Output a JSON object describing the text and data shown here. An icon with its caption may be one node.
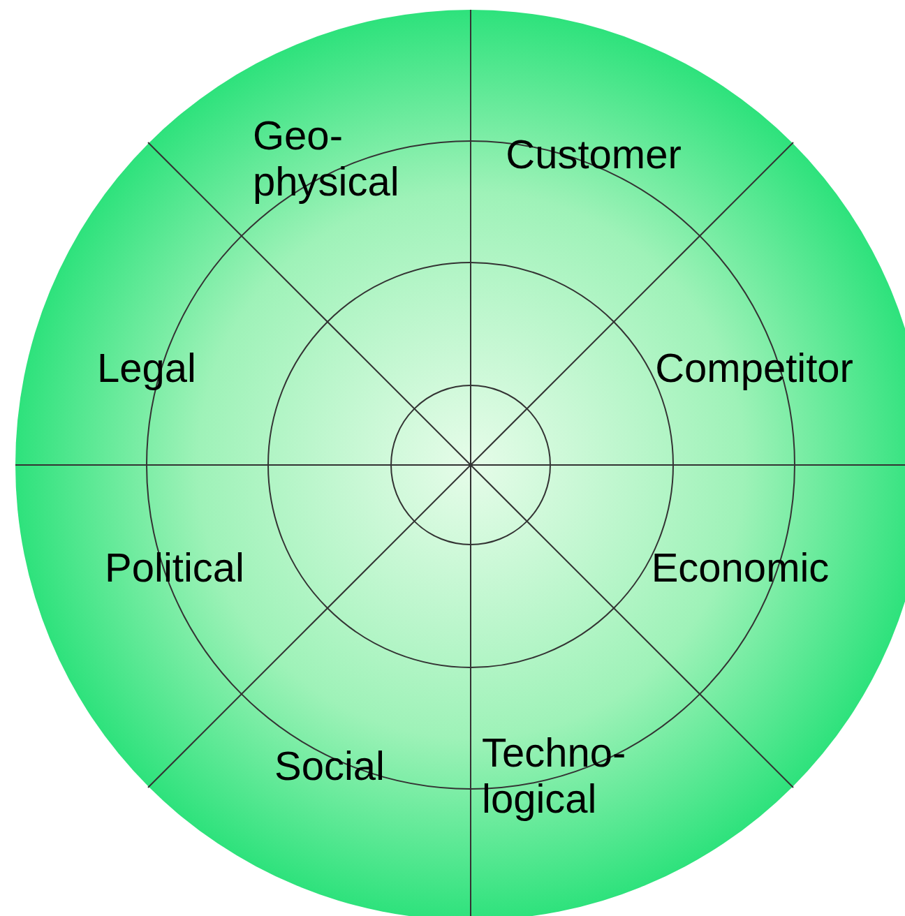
{
  "diagram": {
    "labels": [
      "Geo- physical",
      "Customer",
      "Legal",
      "Competitor",
      "Political",
      "Economic",
      "Social",
      "Techno- logical"
    ]
  }
}
